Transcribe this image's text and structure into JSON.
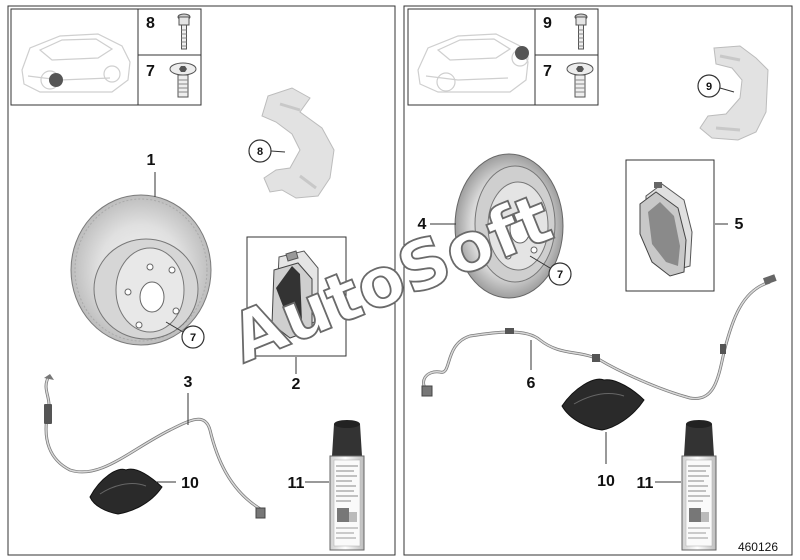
{
  "front_axle": {
    "inset_labels": [
      "8",
      "7"
    ],
    "callouts": {
      "disc": "1",
      "pads": "2",
      "sensor": "3",
      "disc_screw": "7",
      "carrier_screw": "8",
      "paste": "10",
      "spray": "11"
    }
  },
  "rear_axle": {
    "inset_labels": [
      "9",
      "7"
    ],
    "callouts": {
      "disc": "4",
      "pads": "5",
      "sensor": "6",
      "disc_screw": "7",
      "carrier_screw": "9",
      "paste": "10",
      "spray": "11"
    }
  },
  "watermark": "AutoSoft",
  "diagram_id": "460126",
  "colors": {
    "line": "#333333",
    "ghost_part": "#e2e2e2",
    "disc_grey": "#c8c8c8",
    "spray_cap": "#333333"
  },
  "icons": [
    "car-outline-icon",
    "bolt-icon",
    "hex-socket-screw-icon"
  ]
}
